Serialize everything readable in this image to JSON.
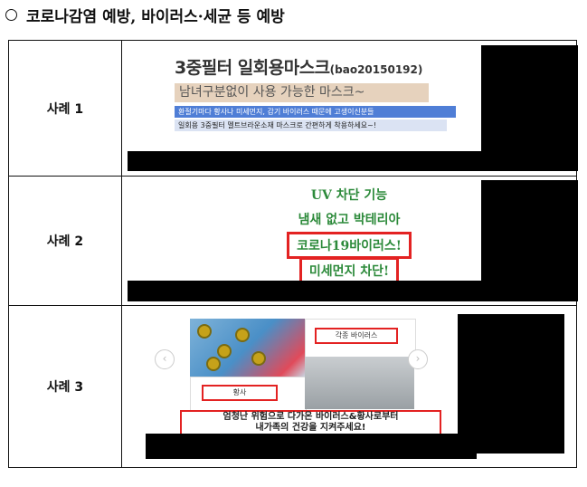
{
  "heading": "코로나감염 예방, 바이러스·세균 등 예방",
  "cases": [
    {
      "label": "사례 1",
      "title": "3중필터 일회용마스크",
      "title_code": "(bao20150192)",
      "subtitle": "남녀구분없이 사용 가능한 마스크~",
      "line1": "환절기마다 황사나 미세먼지, 감기 바이러스 때문에 고생이신분들",
      "line2": "일회용 3중필터 멜트브라운소재 마스크로 간편하게 착용하세요~!"
    },
    {
      "label": "사례 2",
      "lines": [
        "UV 차단 기능",
        "냄새 없고 박테리아",
        "코로나19바이러스!",
        "미세먼지 차단!"
      ]
    },
    {
      "label": "사례 3",
      "tag_virus": "각종 바이러스",
      "tag_dust": "황사",
      "caption_line1": "엄청난 위험으로 다가온 바이러스&황사로부터",
      "caption_line2": "내가족의 건강을 지켜주세요!"
    }
  ]
}
